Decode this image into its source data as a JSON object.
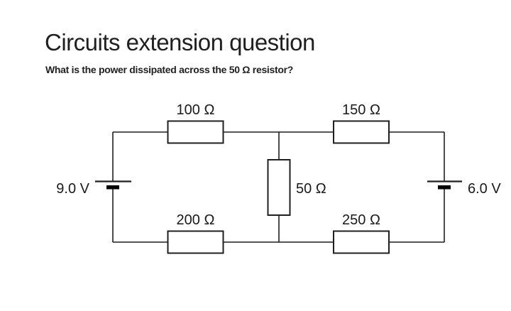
{
  "header": {
    "title": "Circuits extension question",
    "subtitle": "What is the power dissipated across the 50 Ω resistor?"
  },
  "circuit": {
    "line_color": "#1f1f1f",
    "background": "#ffffff",
    "labels": {
      "left_battery": "9.0 V",
      "right_battery": "6.0 V",
      "resistor_top_left": "100 Ω",
      "resistor_top_right": "150 Ω",
      "resistor_middle": "50 Ω",
      "resistor_bottom_left": "200 Ω",
      "resistor_bottom_right": "250 Ω"
    }
  }
}
